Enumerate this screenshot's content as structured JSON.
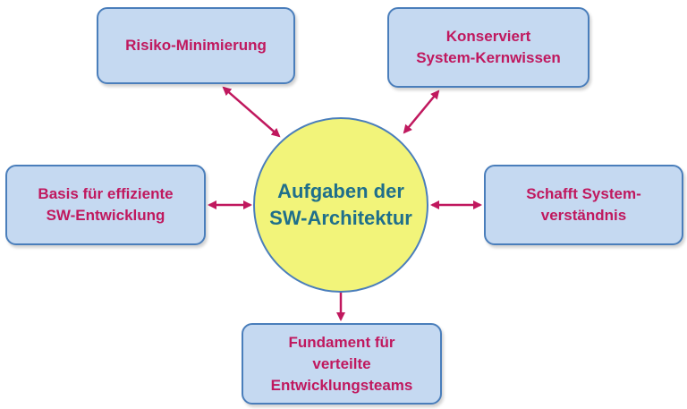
{
  "colors": {
    "box_fill": "#c5d9f1",
    "box_border": "#4a7ebb",
    "box_text": "#c0185e",
    "center_fill": "#f2f47a",
    "center_text": "#1f6f8b",
    "arrow": "#c0185e"
  },
  "center": {
    "line1": "Aufgaben der",
    "line2": "SW-Architektur"
  },
  "nodes": {
    "risk": {
      "line1": "Risiko-Minimierung"
    },
    "core": {
      "line1": "Konserviert",
      "line2": "System-Kernwissen"
    },
    "basis": {
      "line1": "Basis für effiziente",
      "line2": "SW-Entwicklung"
    },
    "understand": {
      "line1": "Schafft System-",
      "line2": "verständnis"
    },
    "foundation": {
      "line1": "Fundament für",
      "line2": "verteilte",
      "line3": "Entwicklungsteams"
    }
  }
}
